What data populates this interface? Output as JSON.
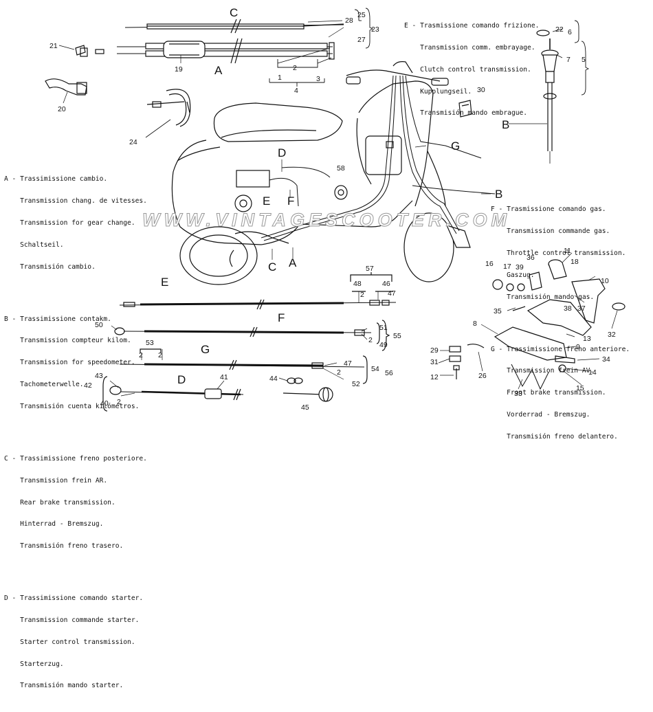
{
  "legend_left": [
    {
      "key": "A",
      "lines": [
        "A - Trassimissione cambio.",
        "    Transmission chang. de vitesses.",
        "    Transmission for gear change.",
        "    Schaltseil.",
        "    Transmisión cambio."
      ]
    },
    {
      "key": "B",
      "lines": [
        "B - Trassimissione contakm.",
        "    Transmission compteur kilom.",
        "    Transmission for speedometer.",
        "    Tachometerwelle.",
        "    Transmisión cuenta kilómetros."
      ]
    },
    {
      "key": "C",
      "lines": [
        "C - Trassimissione freno posteriore.",
        "    Transmission frein AR.",
        "    Rear brake transmission.",
        "    Hinterrad - Bremszug.",
        "    Transmisión freno trasero."
      ]
    },
    {
      "key": "D",
      "lines": [
        "D - Trassimissione comando starter.",
        "    Transmission commande starter.",
        "    Starter control transmission.",
        "    Starterzug.",
        "    Transmisión mando starter."
      ]
    }
  ],
  "legend_top": {
    "key": "E",
    "lines": [
      "E - Trasmissione comando frizione.",
      "    Transmission comm. embrayage.",
      "    Clutch control transmission.",
      "    Kupplungseil.",
      "    Transmisión mando embrague."
    ]
  },
  "legend_right": [
    {
      "key": "F",
      "lines": [
        "F - Trasmissione comando gas.",
        "    Transmission commande gas.",
        "    Throttle control transmission.",
        "    Gaszug.",
        "    Transmisión mando gas."
      ]
    },
    {
      "key": "G",
      "lines": [
        "G - Trassimissione freno anteriore.",
        "    Transmission frein AV.",
        "    Front brake transmission.",
        "    Vorderrad - Bremszug.",
        "    Transmisión freno delantero."
      ]
    }
  ],
  "watermark": "WWW.VINTAGESCOOTER.COM",
  "letters": {
    "A1": "A",
    "A2": "A",
    "B1": "B",
    "B2": "B",
    "C1": "C",
    "C2": "C",
    "D1": "D",
    "D2": "D",
    "E1": "E",
    "E2": "E",
    "F1": "F",
    "F2": "F",
    "G1": "G",
    "G2": "G"
  },
  "parts": {
    "p1": "1",
    "p2a": "2",
    "p2b": "2",
    "p2c": "2",
    "p2d": "2",
    "p2e": "2",
    "p2f": "2",
    "p2g": "2",
    "p3": "3",
    "p4": "4",
    "p5": "5",
    "p6": "6",
    "p7": "7",
    "p8": "8",
    "p9": "9",
    "p10": "10",
    "p11": "11",
    "p12": "12",
    "p13": "13",
    "p14": "14",
    "p15": "15",
    "p16": "16",
    "p17": "17",
    "p18": "18",
    "p19": "19",
    "p20": "20",
    "p21": "21",
    "p22": "22",
    "p23": "23",
    "p24": "24",
    "p25": "25",
    "p26": "26",
    "p27": "27",
    "p28": "28",
    "p29": "29",
    "p30": "30",
    "p31": "31",
    "p32": "32",
    "p33": "33",
    "p34": "34",
    "p35": "35",
    "p36": "36",
    "p37": "37",
    "p38": "38",
    "p39": "39",
    "p40": "40",
    "p41": "41",
    "p42": "42",
    "p43": "43",
    "p44": "44",
    "p45": "45",
    "p46": "46",
    "p47a": "47",
    "p47b": "47",
    "p48": "48",
    "p49": "49",
    "p50": "50",
    "p51": "51",
    "p52": "52",
    "p53": "53",
    "p54": "54",
    "p55": "55",
    "p56": "56",
    "p57": "57",
    "p58": "58"
  }
}
